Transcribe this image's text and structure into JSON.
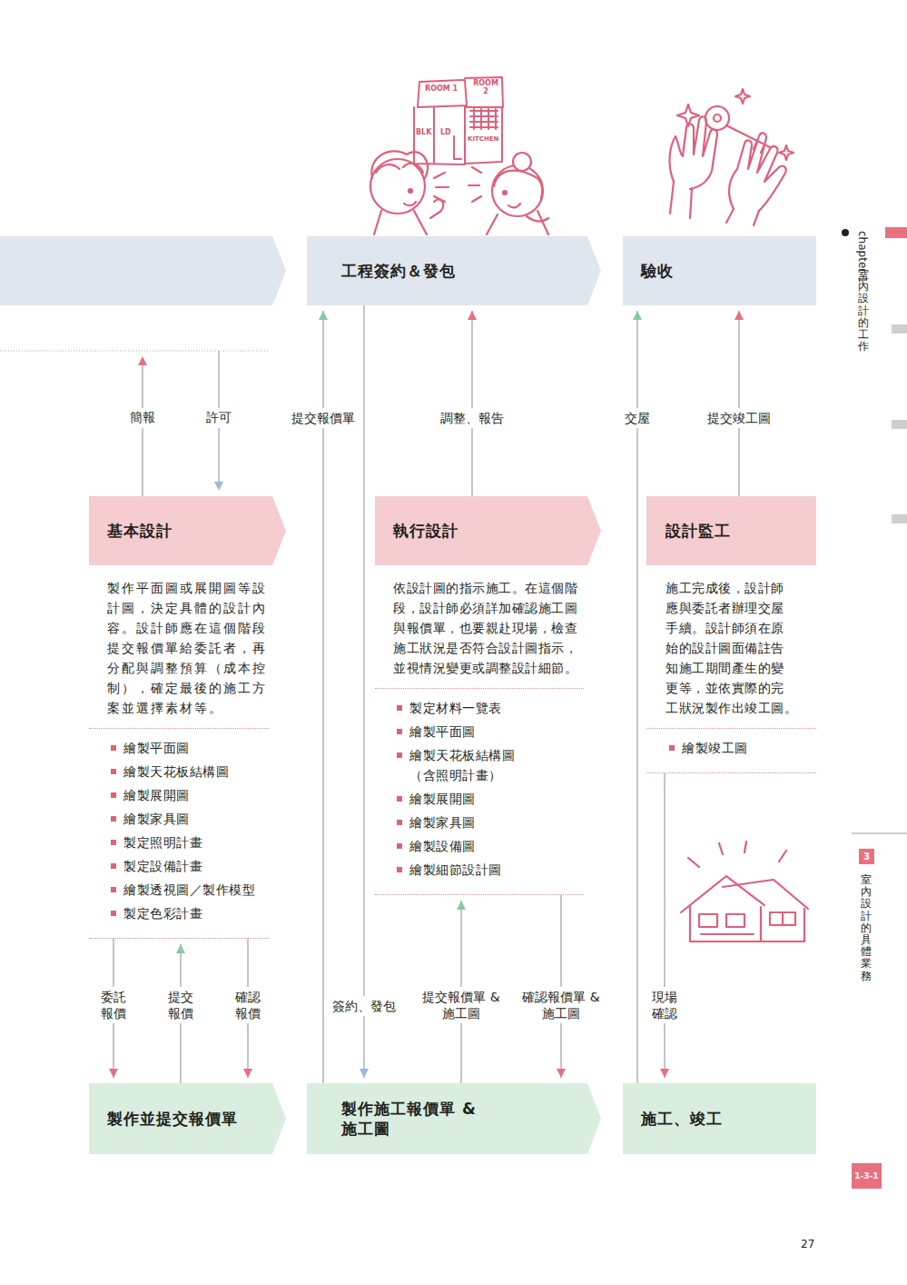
{
  "diagram": {
    "nodes": [
      {
        "text": [
          "工程簽約＆發包"
        ]
      },
      {
        "text": [
          "驗收"
        ]
      },
      {
        "text": [
          "基本設計",
          "製作平面圖或展開圖等設 計圖，決定具體的設計內 容。設計師應在這個階段 提交報價單給委託者，再 分配與調整預算（成本控 制），確定最後的施工方 案並選擇素材等。",
          "繪製平面圖",
          "繪製天花板結構圖",
          "繪製展開圖",
          "繪製家具圖",
          "製定照明計畫",
          "製定設備計畫",
          "繪製透視圖／製作模型",
          "製定色彩計畫"
        ]
      },
      {
        "text": [
          "執行設計",
          "依設計圖的指示施工。在這個階 段，設計師必須詳加確認施工圖 與報價單，也要親赴現場，檢查 施工狀況是否符合設計圖指示， 並視情況變更或調整設計細節。",
          "製定材料一覽表",
          "繪製平面圖",
          "繪製天花板結構圖 （含照明計畫）",
          "繪製展開圖",
          "繪製家具圖",
          "繪製設備圖",
          "繪製細節設計圖"
        ]
      },
      {
        "text": [
          "設計監工",
          "施工完成後，設計師 應與委託者辦理交屋 手續。設計師須在原 始的設計圖面備註告 知施工期間產生的變 更等，並依實際的完 工狀況製作出竣工圖。",
          "繪製竣工圖"
        ]
      },
      {
        "text": [
          "製作並提交報價單"
        ]
      },
      {
        "text": [
          "製作施工報價單 & 施工圖"
        ]
      },
      {
        "text": [
          "施工、竣工"
        ]
      }
    ],
    "edges": [
      {
        "from": 2,
        "to": 5,
        "label": "委託 報價",
        "arrow": "to"
      },
      {
        "from": 5,
        "to": 2,
        "label": "提交 報價",
        "arrow": "to"
      },
      {
        "from": 2,
        "to": 5,
        "label": "確認 報價",
        "arrow": "to"
      },
      {
        "from": 6,
        "to": 0,
        "label": "提交報價單",
        "arrow": "to"
      },
      {
        "from": 0,
        "to": 6,
        "label": "簽約、發包",
        "arrow": "to"
      },
      {
        "from": 3,
        "to": 0,
        "label": "調整、報告",
        "arrow": "to"
      },
      {
        "from": 6,
        "to": 3,
        "label": "提交報價單 & 施工圖",
        "arrow": "to"
      },
      {
        "from": 3,
        "to": 6,
        "label": "確認報價單 & 施工圖",
        "arrow": "to"
      },
      {
        "from": 7,
        "to": 1,
        "label": "交屋",
        "arrow": "to"
      },
      {
        "from": 4,
        "to": 1,
        "label": "提交竣工圖",
        "arrow": "to"
      },
      {
        "from": 4,
        "to": 7,
        "label": "現場 確認",
        "arrow": "to"
      }
    ],
    "labels": [
      "簡報",
      "許可",
      "ROOM 1",
      "ROOM 2",
      "BLK",
      "LD",
      "KITCHEN",
      "chapter 1",
      "室內設計的工作",
      "3",
      "室內設計的具體業務",
      "1-3-1",
      "27"
    ]
  }
}
